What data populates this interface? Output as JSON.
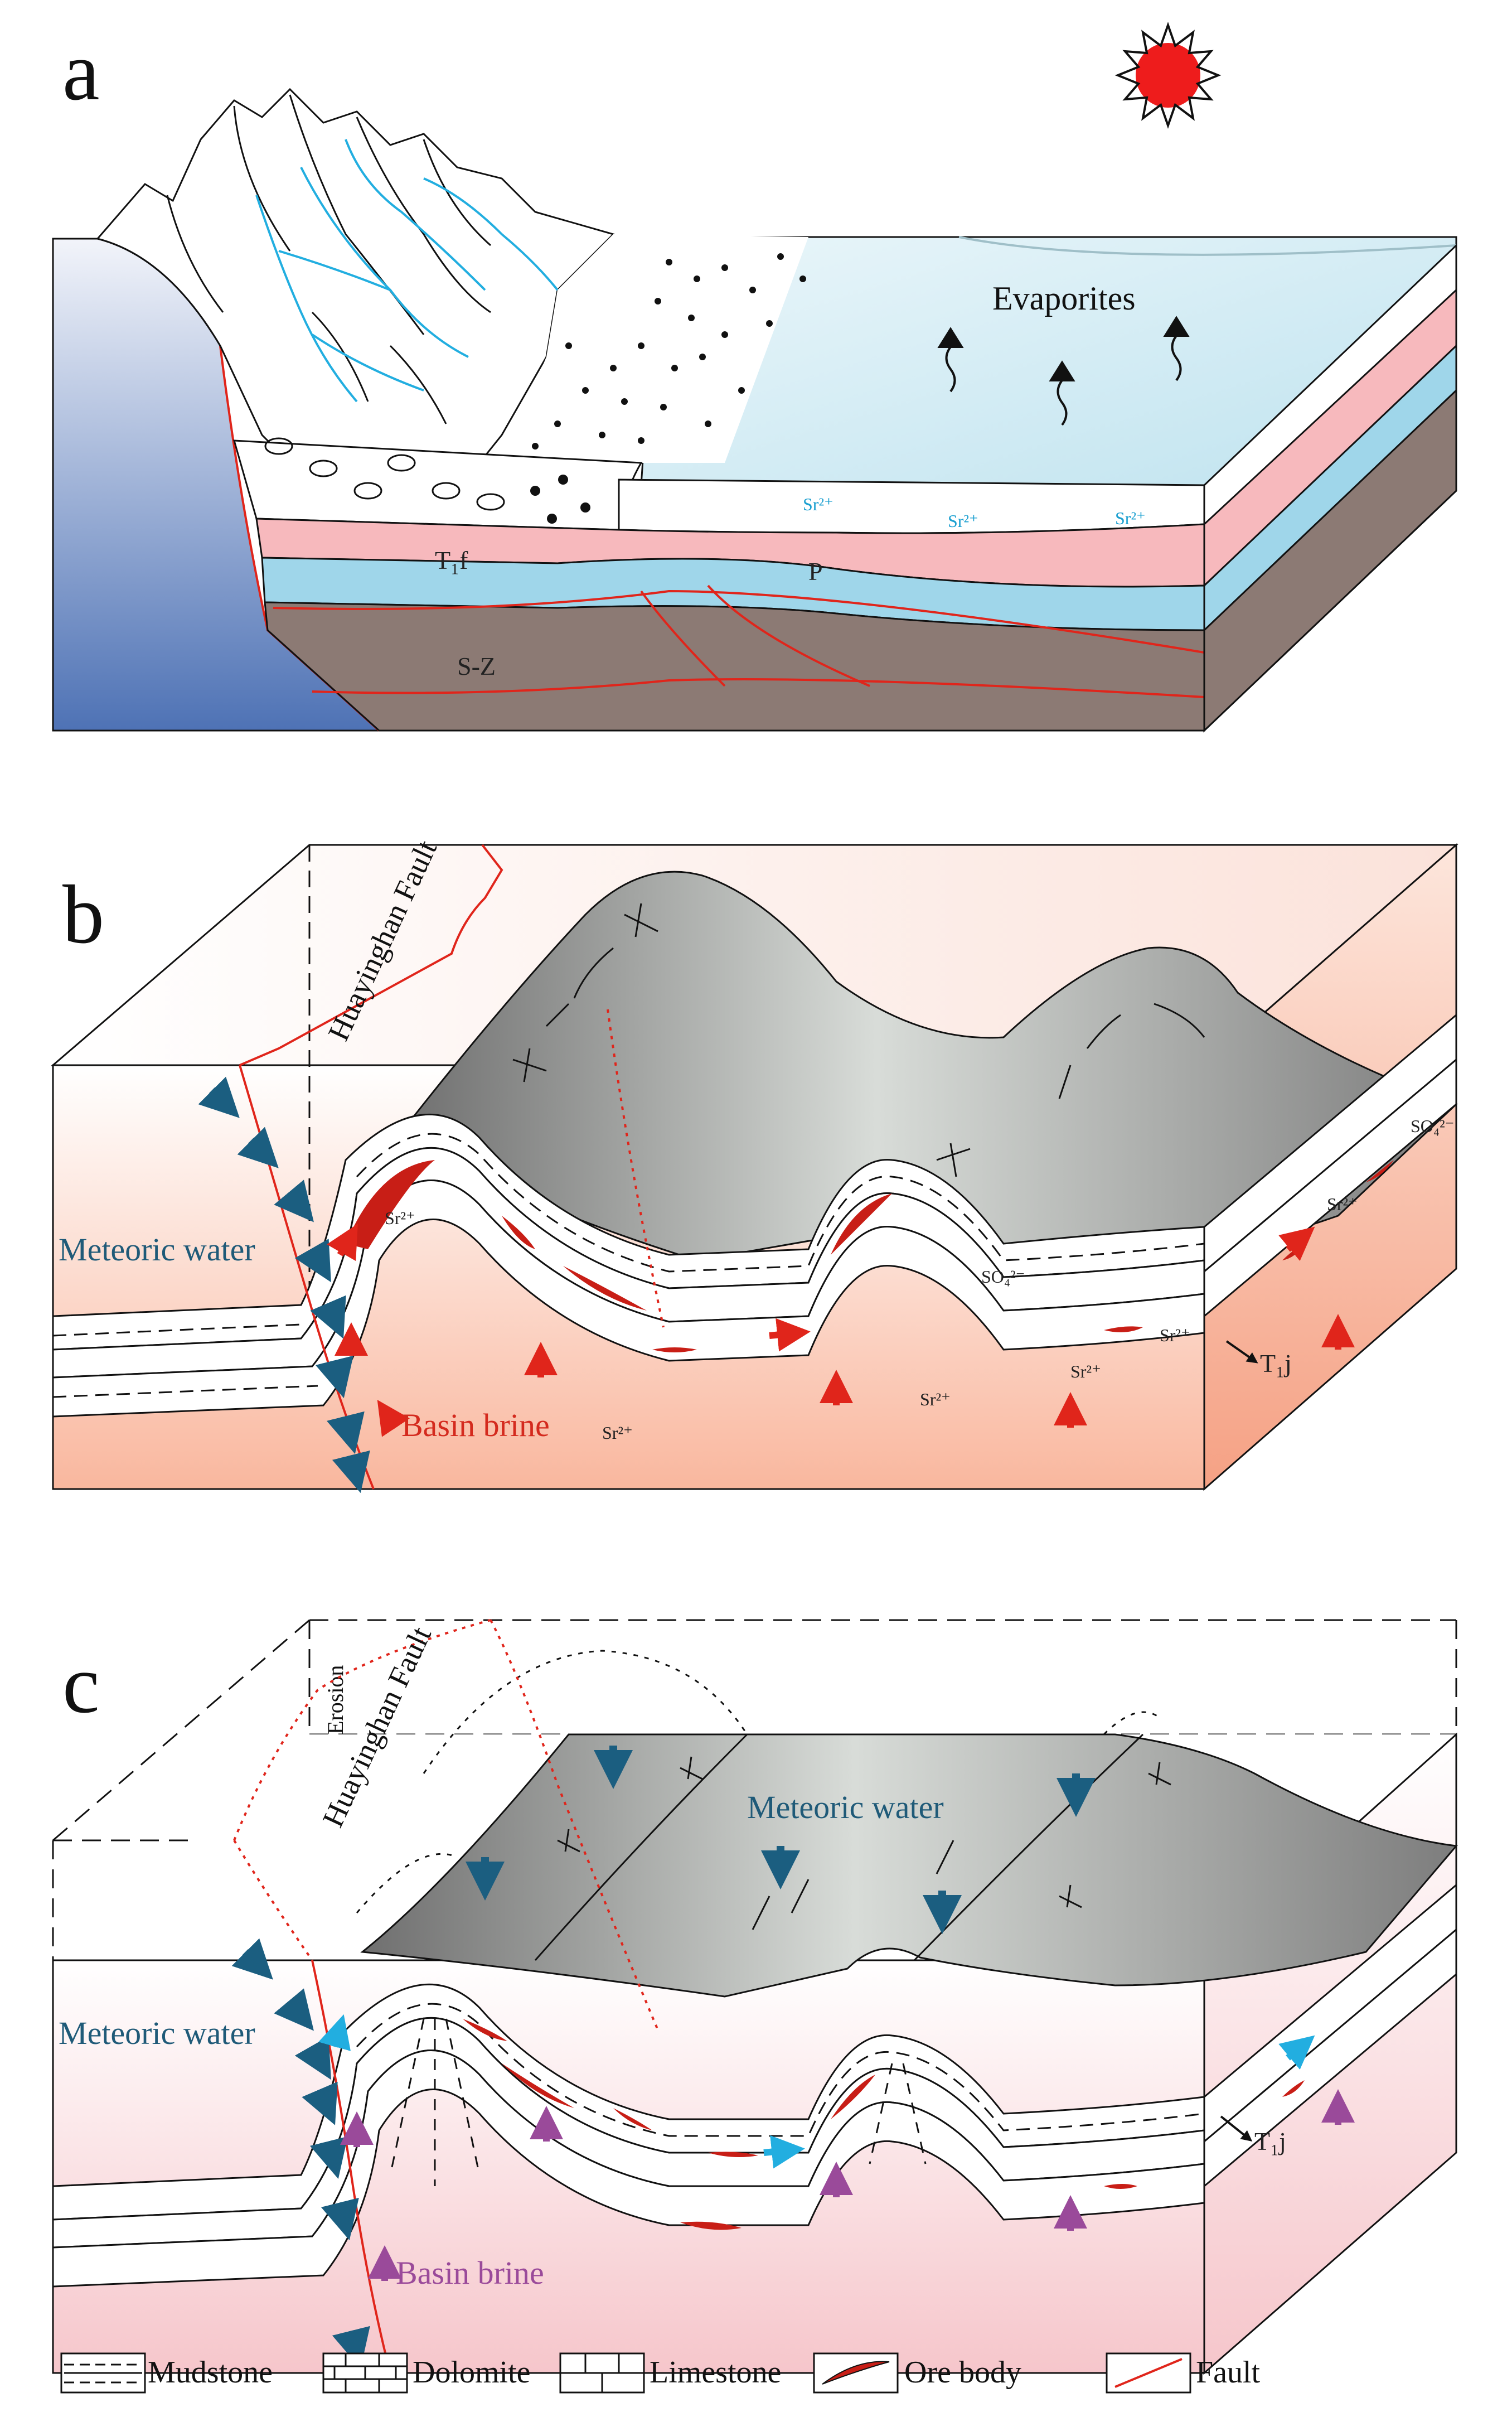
{
  "panels": {
    "a": {
      "label": "a",
      "evaporites": "Evaporites",
      "unit_t1f": "T₁f",
      "unit_p": "P",
      "unit_sz": "S-Z",
      "ion": "Sr²⁺"
    },
    "b": {
      "label": "b",
      "fault": "Huayinghan Fault",
      "meteoric": "Meteoric water",
      "brine": "Basin brine",
      "unit_t1j": "T₁j",
      "ion_sr": "Sr²⁺",
      "ion_so4": "SO₄²⁻"
    },
    "c": {
      "label": "c",
      "erosion": "Erosion",
      "fault": "Huayinghan Fault",
      "meteoric_top": "Meteoric water",
      "meteoric": "Meteoric water",
      "brine": "Basin brine",
      "unit_t1j": "T₁j"
    }
  },
  "legend": [
    {
      "label": "Mudstone",
      "icon": "mudstone-pattern-icon"
    },
    {
      "label": "Dolomite",
      "icon": "dolomite-pattern-icon"
    },
    {
      "label": "Limestone",
      "icon": "limestone-pattern-icon"
    },
    {
      "label": "Ore body",
      "icon": "ore-body-icon"
    },
    {
      "label": "Fault",
      "icon": "fault-line-icon"
    }
  ],
  "colors": {
    "fault": "#e0251b",
    "meteoric_arrow": "#1b5e80",
    "brine_arrow_b": "#e0251b",
    "brine_arrow_c": "#9a4a9a",
    "migration_arrow_c": "#22aee0",
    "ore": "#c81e16",
    "sz_layer": "#8c7a74",
    "p_layer": "#9fd6ea",
    "t1f_layer": "#f7b9bd",
    "sea": "#d3ecf4",
    "basement": "#5a7fbd"
  }
}
